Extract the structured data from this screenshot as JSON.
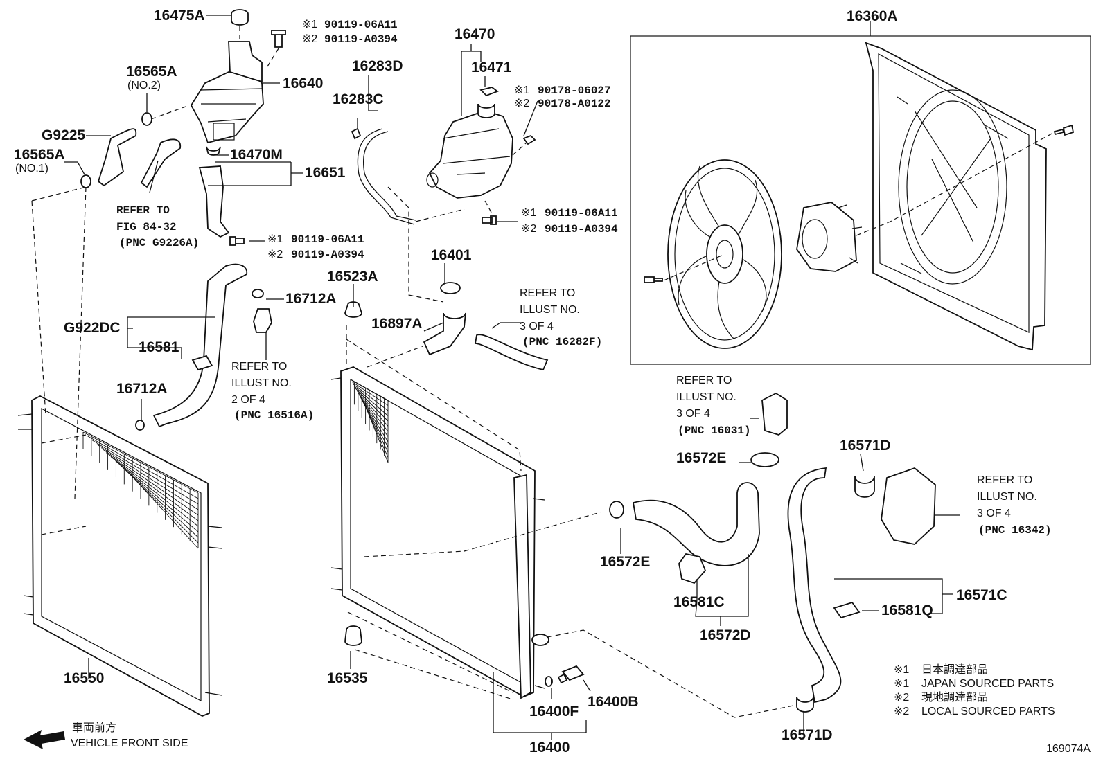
{
  "diagram_id": "169074A",
  "direction": {
    "jp": "車両前方",
    "en": "VEHICLE FRONT SIDE"
  },
  "legend": [
    {
      "mark": "※1",
      "text": "日本調達部品"
    },
    {
      "mark": "※1",
      "text": "JAPAN SOURCED PARTS"
    },
    {
      "mark": "※2",
      "text": "現地調達部品"
    },
    {
      "mark": "※2",
      "text": "LOCAL SOURCED PARTS"
    }
  ],
  "parts": {
    "p16475A": "16475A",
    "p16640": "16640",
    "p16565A_no2": "16565A",
    "p16565A_no2_sub": "(NO.2)",
    "pG9225": "G9225",
    "p16565A_no1": "16565A",
    "p16565A_no1_sub": "(NO.1)",
    "p16470M": "16470M",
    "p16651": "16651",
    "p16283D": "16283D",
    "p16283C": "16283C",
    "p16470": "16470",
    "p16471": "16471",
    "p16360A": "16360A",
    "p16401": "16401",
    "p16523A": "16523A",
    "p16712A_top": "16712A",
    "pG922DC": "G922DC",
    "p16581": "16581",
    "p16712A_low": "16712A",
    "p16897A": "16897A",
    "p16572E_top": "16572E",
    "p16571D_top": "16571D",
    "p16572E_mid": "16572E",
    "p16581C": "16581C",
    "p16572D": "16572D",
    "p16571C": "16571C",
    "p16581Q": "16581Q",
    "p16550": "16550",
    "p16535": "16535",
    "p16400B": "16400B",
    "p16400F": "16400F",
    "p16400": "16400",
    "p16571D_bottom": "16571D"
  },
  "bolts": {
    "b1": {
      "m1": "※1",
      "n1": "90119-06A11",
      "m2": "※2",
      "n2": "90119-A0394"
    },
    "b2": {
      "m1": "※1",
      "n1": "90178-06027",
      "m2": "※2",
      "n2": "90178-A0122"
    },
    "b3": {
      "m1": "※1",
      "n1": "90119-06A11",
      "m2": "※2",
      "n2": "90119-A0394"
    },
    "b4": {
      "m1": "※1",
      "n1": "90119-06A11",
      "m2": "※2",
      "n2": "90119-A0394"
    }
  },
  "refs": {
    "r_fig84": [
      "REFER TO",
      "FIG 84-32",
      "(PNC G9226A)"
    ],
    "r_16516A": [
      "REFER TO",
      "ILLUST NO.",
      "2 OF 4",
      "(PNC 16516A)"
    ],
    "r_16282F": [
      "REFER TO",
      "ILLUST NO.",
      "3 OF 4",
      "(PNC 16282F)"
    ],
    "r_16031": [
      "REFER TO",
      "ILLUST NO.",
      "3 OF 4",
      "(PNC 16031)"
    ],
    "r_16342": [
      "REFER TO",
      "ILLUST NO.",
      "3 OF 4",
      "(PNC 16342)"
    ]
  }
}
